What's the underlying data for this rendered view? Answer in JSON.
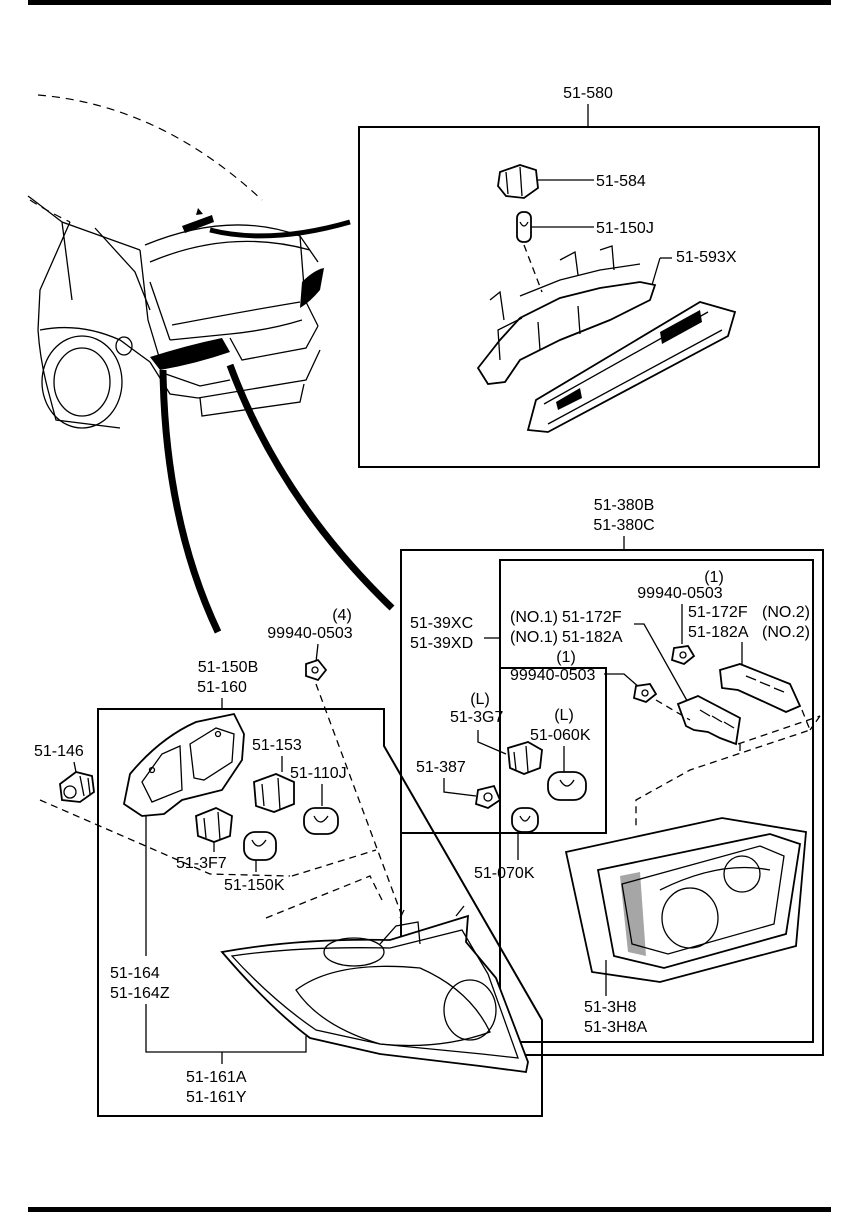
{
  "diagram": {
    "high_mount_assembly": {
      "code": "51-580"
    },
    "socket_high_mount": {
      "code": "51-584"
    },
    "bulb_high_mount": {
      "code": "51-150J"
    },
    "high_mount_lamp": {
      "code": "51-593X"
    },
    "inner_lamp_assembly": {
      "code_1": "51-380B",
      "code_2": "51-380C"
    },
    "inner_lamp_socket_assembly": {
      "code_1": "51-39XC",
      "code_2": "51-39XD"
    },
    "bracket_no1": {
      "qualifier": "(NO.1)",
      "code_1": "51-172F",
      "code_2": "51-182A"
    },
    "bracket_no2": {
      "qualifier": "(NO.2)",
      "code_1": "51-172F",
      "code_2": "51-182A"
    },
    "nut_upper": {
      "qty": "(1)",
      "code": "99940-0503"
    },
    "nut_left": {
      "qty": "(1)",
      "code": "99940-0503"
    },
    "socket_3g7": {
      "side": "(L)",
      "code": "51-3G7"
    },
    "bulb_060k": {
      "side": "(L)",
      "code": "51-060K"
    },
    "socket_387": {
      "code": "51-387"
    },
    "bulb_070k": {
      "code": "51-070K"
    },
    "inner_lens": {
      "code_1": "51-3H8",
      "code_2": "51-3H8A"
    },
    "nut_outer": {
      "qty": "(4)",
      "code": "99940-0503"
    },
    "outer_lamp_assembly": {
      "code_1": "51-150B",
      "code_2": "51-160"
    },
    "socket_146": {
      "code": "51-146"
    },
    "socket_153": {
      "code": "51-153"
    },
    "bulb_110j": {
      "code": "51-110J"
    },
    "socket_3f7": {
      "code": "51-3F7"
    },
    "bulb_150k": {
      "code": "51-150K"
    },
    "gasket": {
      "code_1": "51-164",
      "code_2": "51-164Z"
    },
    "outer_lens": {
      "code_1": "51-161A",
      "code_2": "51-161Y"
    }
  }
}
